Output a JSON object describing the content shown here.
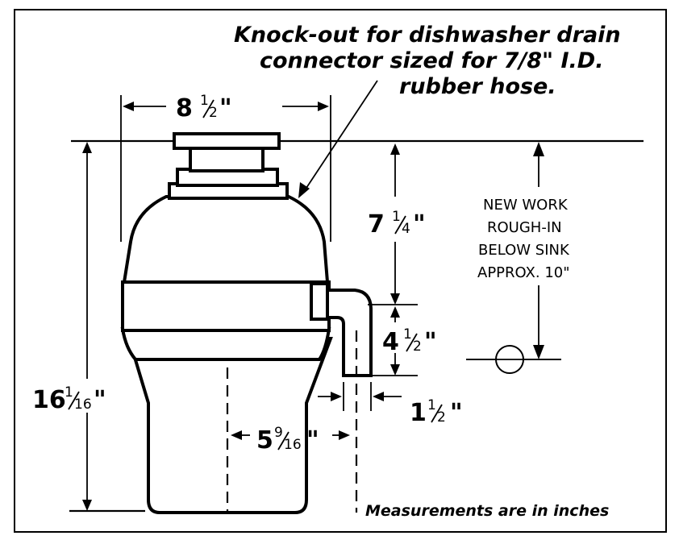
{
  "callout": {
    "line1": "Knock-out for dishwasher drain",
    "line2": "connector sized for 7/8\" I.D.",
    "line3": "rubber hose."
  },
  "dimensions": {
    "width_top": {
      "whole": "8",
      "num": "1",
      "den": "2",
      "unit": "\""
    },
    "upper_height": {
      "whole": "7",
      "num": "1",
      "den": "4",
      "unit": "\""
    },
    "outlet_height": {
      "whole": "4",
      "num": "1",
      "den": "2",
      "unit": "\""
    },
    "total_height": {
      "whole": "16",
      "num": "1",
      "den": "16",
      "unit": "\""
    },
    "outlet_offset": {
      "whole": "5",
      "num": "9",
      "den": "16",
      "unit": "\""
    },
    "outlet_diameter": {
      "whole": "1",
      "num": "1",
      "den": "2",
      "unit": "\""
    }
  },
  "rough_in": {
    "line1": "NEW WORK",
    "line2": "ROUGH-IN",
    "line3": "BELOW SINK",
    "line4": "APPROX. 10\""
  },
  "footnote": "Measurements are in inches"
}
